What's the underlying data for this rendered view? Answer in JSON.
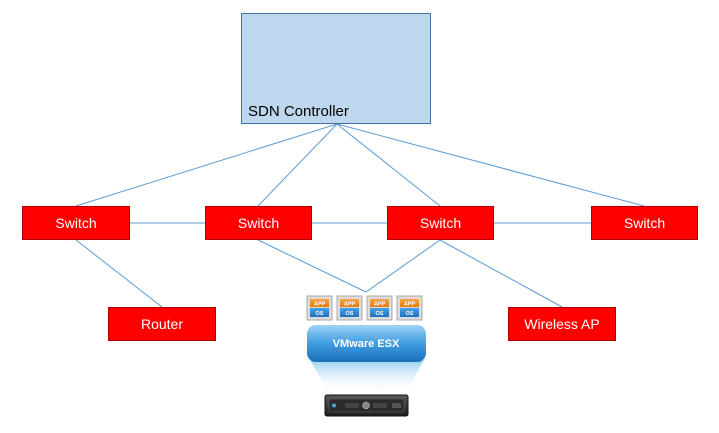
{
  "controller": {
    "label": "SDN Controller"
  },
  "switches": [
    {
      "label": "Switch"
    },
    {
      "label": "Switch"
    },
    {
      "label": "Switch"
    },
    {
      "label": "Switch"
    }
  ],
  "router": {
    "label": "Router"
  },
  "wireless_ap": {
    "label": "Wireless AP"
  },
  "esx": {
    "label": "VMware ESX",
    "vms": [
      {
        "app": "APP",
        "os": "OS"
      },
      {
        "app": "APP",
        "os": "OS"
      },
      {
        "app": "APP",
        "os": "OS"
      },
      {
        "app": "APP",
        "os": "OS"
      }
    ]
  },
  "colors": {
    "node_fill": "#ff0000",
    "controller_fill": "#bdd7ee",
    "link": "#5b9bd5"
  }
}
